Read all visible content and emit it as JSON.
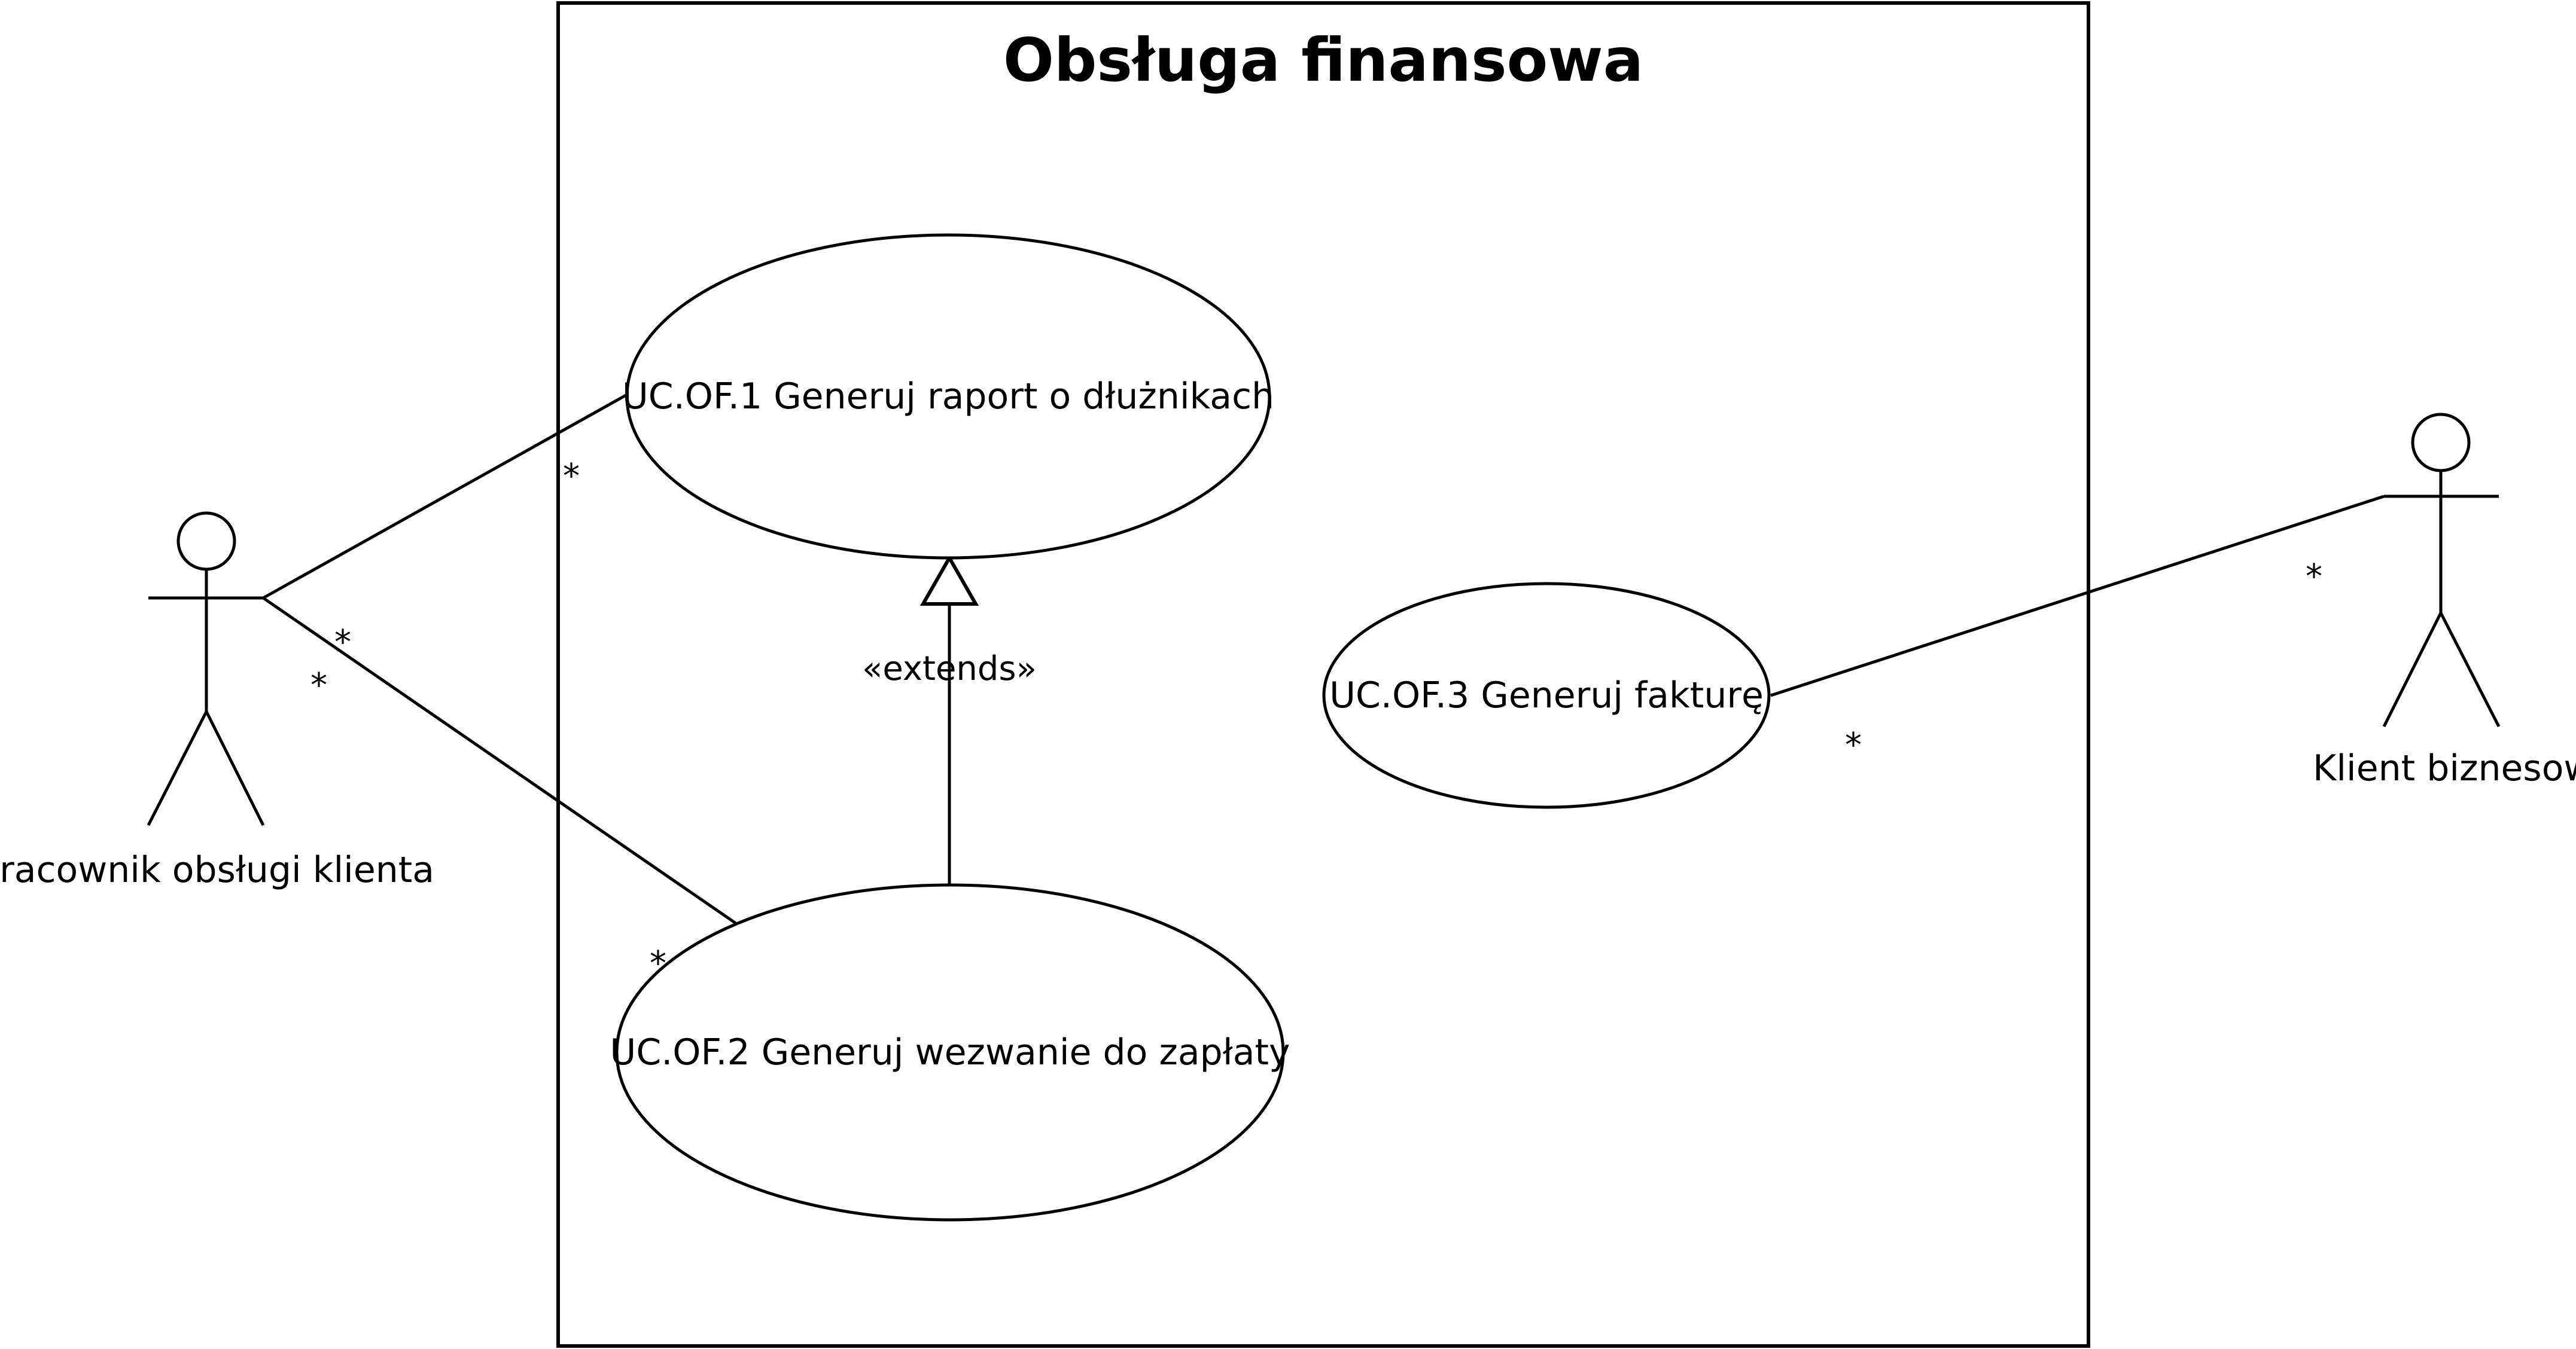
{
  "system": {
    "title": "Obsługa finansowa"
  },
  "use_cases": [
    {
      "id": "uc1",
      "label": "UC.OF.1 Generuj raport o dłużnikach"
    },
    {
      "id": "uc2",
      "label": "UC.OF.2 Generuj wezwanie do zapłaty"
    },
    {
      "id": "uc3",
      "label": "UC.OF.3 Generuj fakturę"
    }
  ],
  "actors": [
    {
      "id": "employee",
      "name": "Pracownik obsługi klienta"
    },
    {
      "id": "client",
      "name": "Klient biznesowy"
    }
  ],
  "relations": {
    "extends_label": "«extends»"
  },
  "multiplicities": {
    "employee_uc1_near_uc": "*",
    "employee_uc2_near_actor_a": "*",
    "employee_uc2_near_actor_b": "*",
    "employee_uc2_near_uc": "*",
    "client_uc3_near_actor": "*",
    "client_uc3_near_uc": "*"
  },
  "colors": {
    "line": "#000000",
    "background": "#ffffff"
  }
}
